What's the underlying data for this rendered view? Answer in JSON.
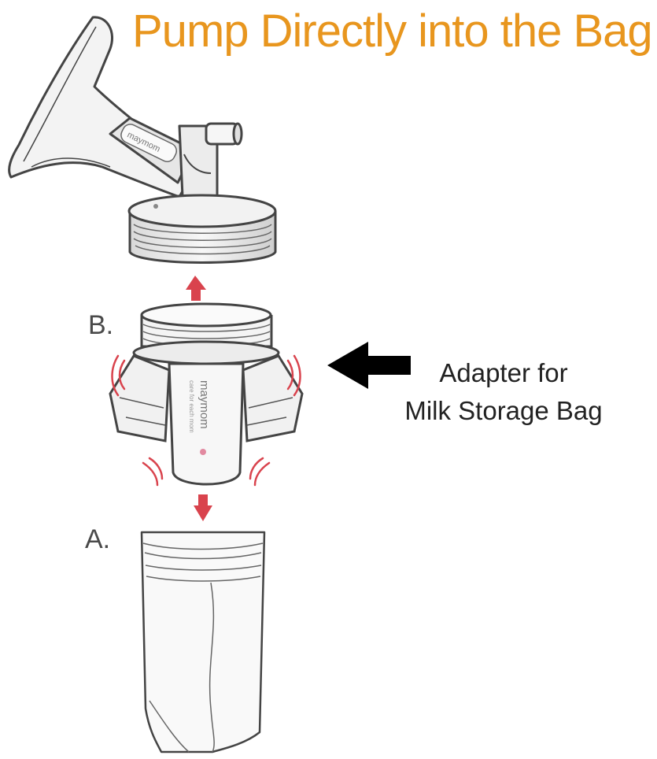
{
  "title": "Pump Directly into the Bag",
  "steps": {
    "b": "B.",
    "a": "A."
  },
  "callout": {
    "line1": "Adapter for",
    "line2": "Milk Storage Bag"
  },
  "brand": {
    "logo_text": "maymom",
    "tagline": "care for each mom"
  },
  "colors": {
    "title": "#e8961e",
    "arrow": "#d9434d",
    "outline": "#444444",
    "pointer": "#000000"
  }
}
